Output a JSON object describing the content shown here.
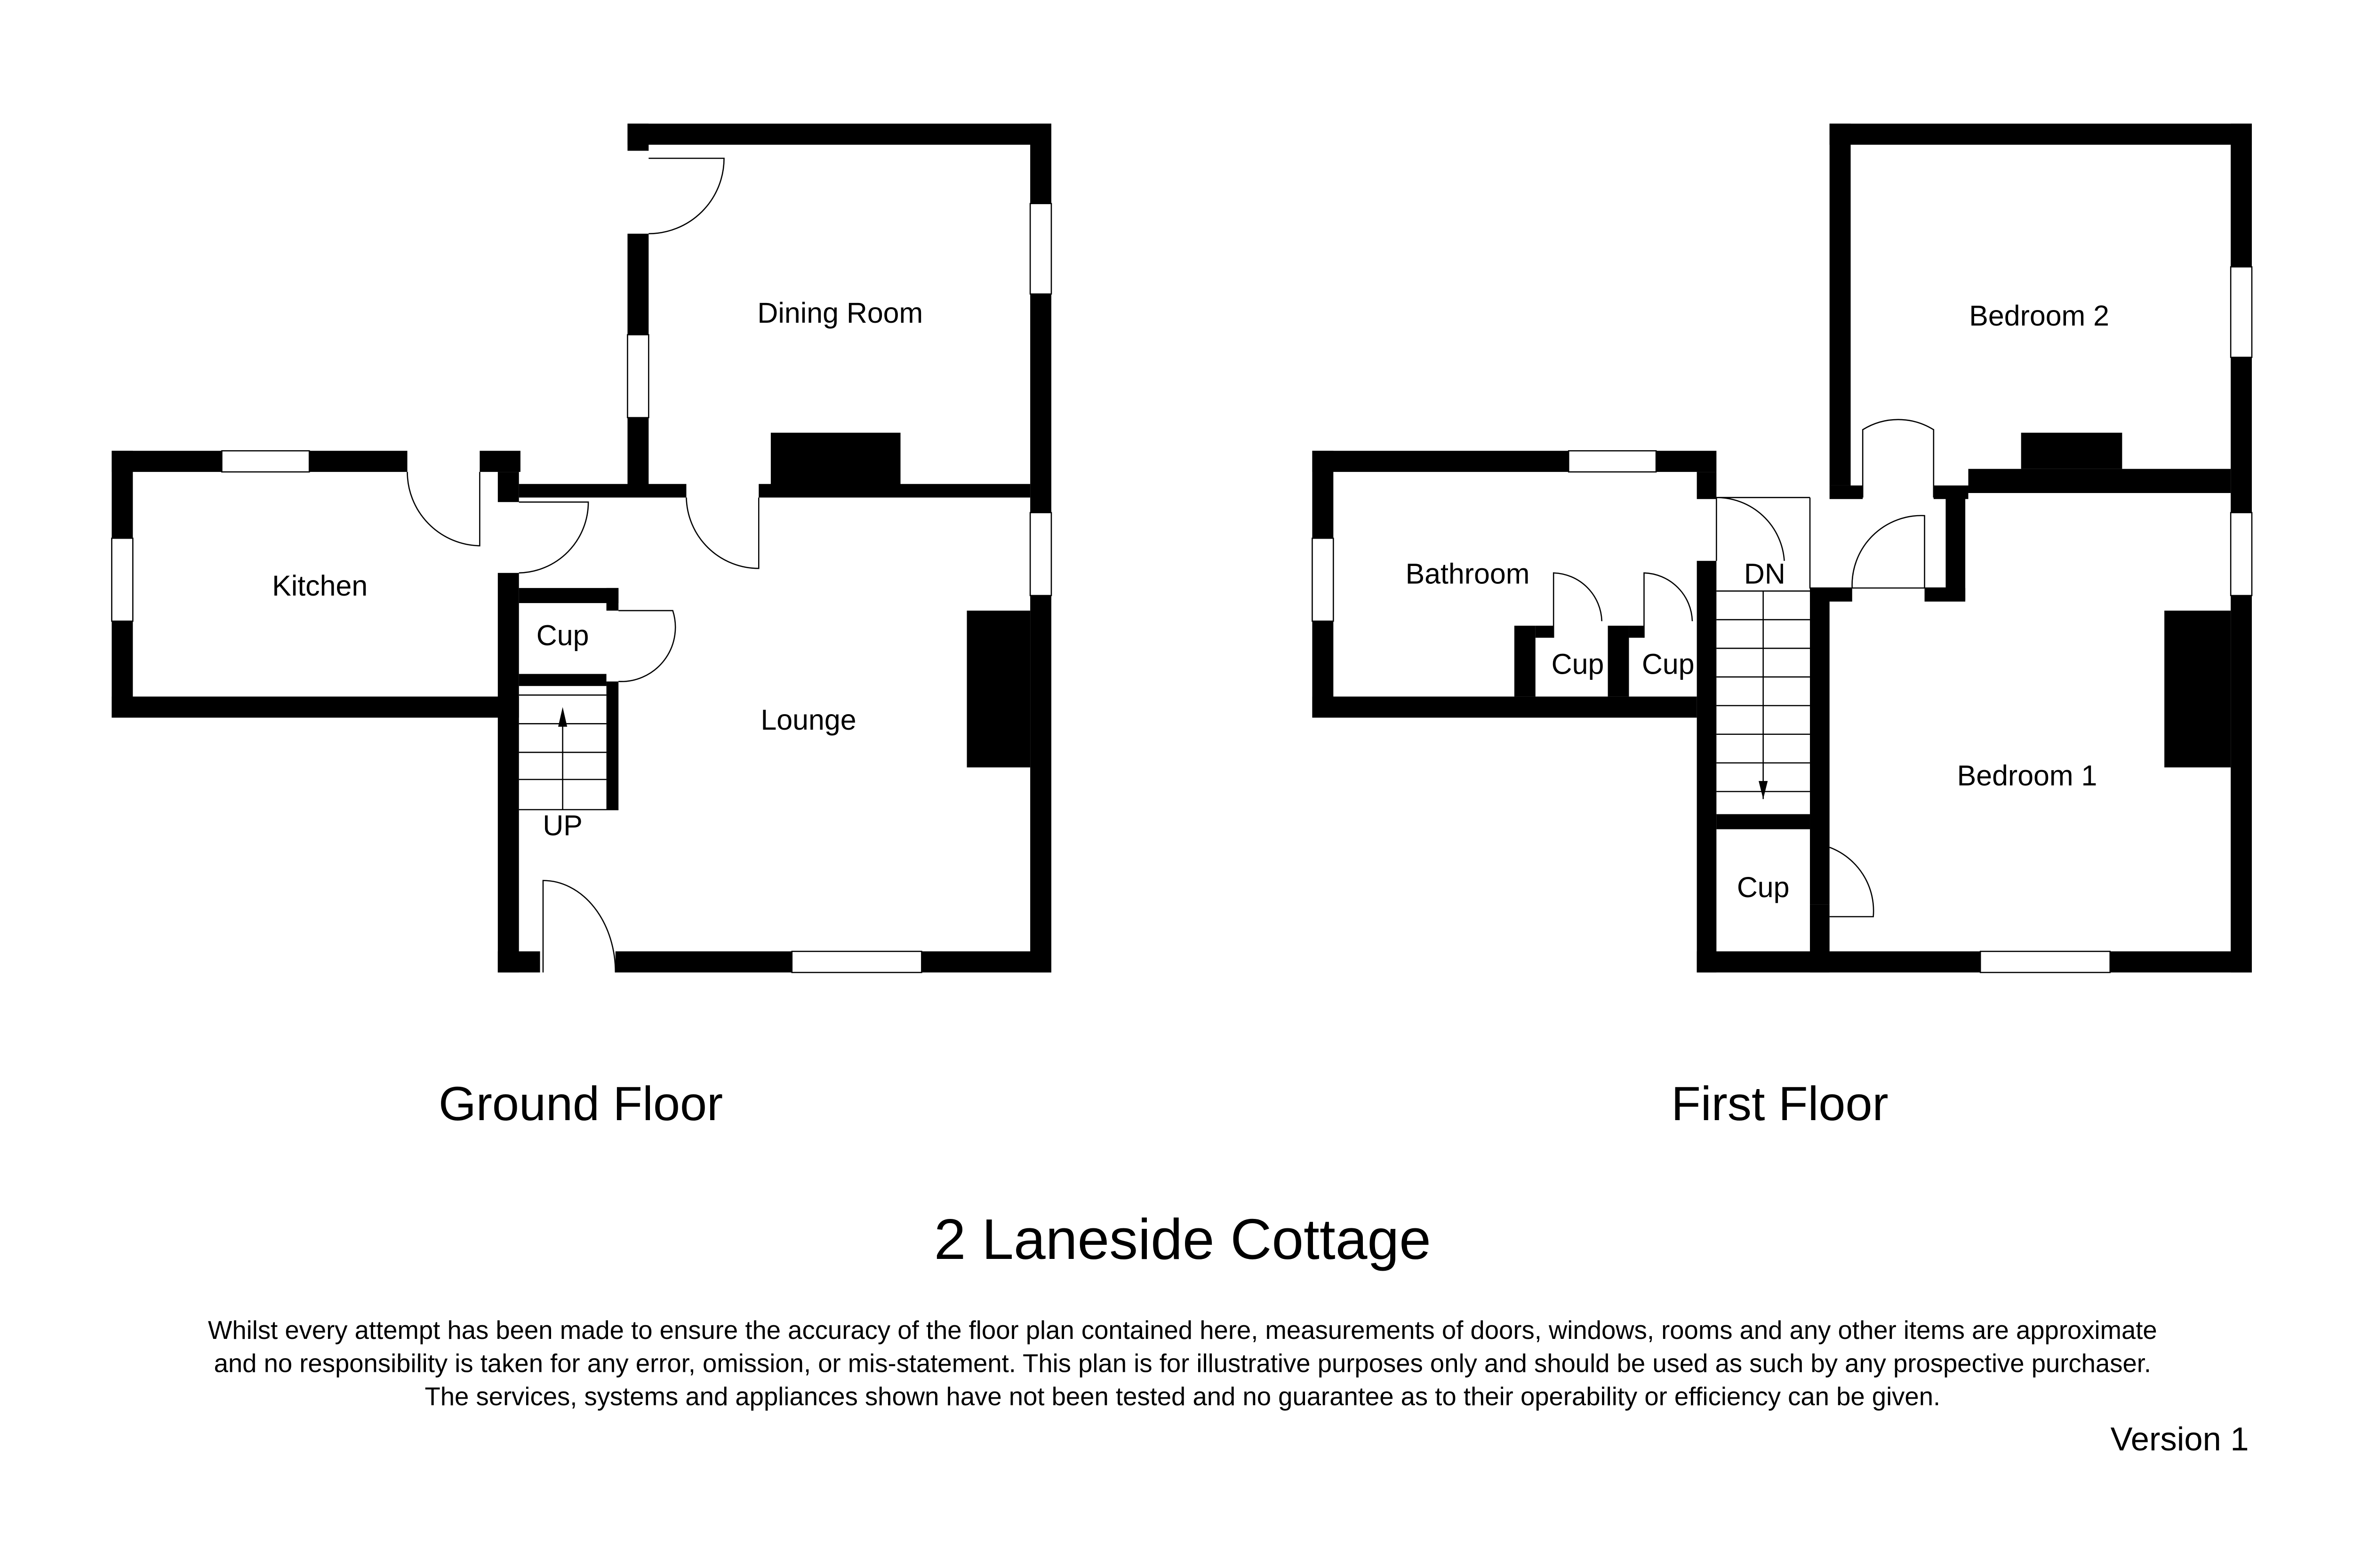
{
  "ground_floor": {
    "label": "Ground Floor",
    "rooms": {
      "dining": "Dining Room",
      "kitchen": "Kitchen",
      "lounge": "Lounge",
      "cupboard": "Cup",
      "stairs": "UP"
    }
  },
  "first_floor": {
    "label": "First Floor",
    "rooms": {
      "bedroom2": "Bedroom 2",
      "bathroom": "Bathroom",
      "bedroom1": "Bedroom 1",
      "cup1": "Cup",
      "cup2": "Cup",
      "cup3": "Cup",
      "stairs": "DN"
    }
  },
  "title": "2 Laneside Cottage",
  "disclaimer": [
    "Whilst every attempt has been made to ensure the accuracy of the floor plan contained here, measurements of doors, windows, rooms and any other items are approximate",
    "and no responsibility is taken for any error, omission, or mis-statement. This plan is for illustrative purposes only and should be used as such by any prospective purchaser.",
    "The services, systems and appliances shown have not been tested and no guarantee as to their operability or efficiency can be given."
  ],
  "version": "Version 1"
}
